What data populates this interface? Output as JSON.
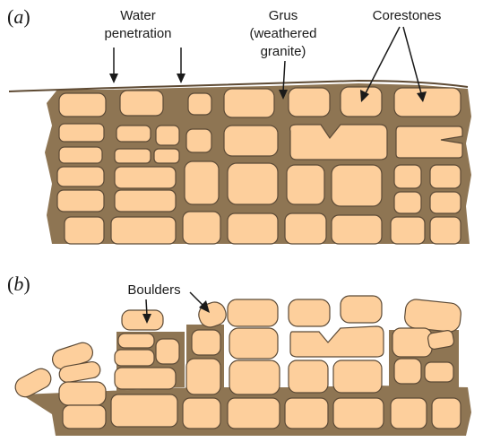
{
  "panels": [
    {
      "id": "a",
      "open": "(",
      "letter": "a",
      "close": ")",
      "labels": {
        "water_line1": "Water",
        "water_line2": "penetration",
        "grus_line1": "Grus",
        "grus_line2": "(weathered",
        "grus_line3": "granite)",
        "corestones": "Corestones"
      }
    },
    {
      "id": "b",
      "open": "(",
      "letter": "b",
      "close": ")",
      "labels": {
        "boulders": "Boulders"
      }
    }
  ],
  "colors": {
    "grus": "#8e7553",
    "stone": "#fdcf9c",
    "stone_outline": "#5c4a36",
    "background": "#ffffff"
  }
}
